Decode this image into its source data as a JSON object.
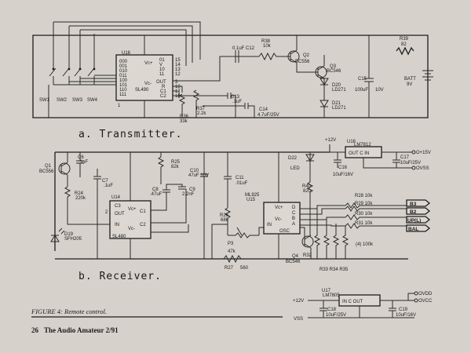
{
  "captions": {
    "transmitter": "a. Transmitter.",
    "receiver": "b. Receiver.",
    "figure": "FIGURE 4: Remote control.",
    "footer_page": "26",
    "footer_text": "The Audio Amateur 2/91"
  },
  "transmitter": {
    "switches": [
      "SW1",
      "SW2",
      "SW3",
      "SW4"
    ],
    "u16": "U16",
    "u16_part": "SL490",
    "u16_codes": [
      "000",
      "001",
      "010",
      "011",
      "100",
      "101",
      "110",
      "111"
    ],
    "u16_right": [
      "01",
      "V",
      "10",
      "11"
    ],
    "u16_pins_right": [
      "15",
      "14",
      "13",
      "12"
    ],
    "u16_out": [
      "OUT",
      "R",
      "C1",
      "C2"
    ],
    "u16_pins_out": [
      "3",
      "18",
      "17",
      "16"
    ],
    "u16_vcc": "Vc+",
    "u16_vss": "Vc-",
    "pin1": "1",
    "c12": "0.1uF C12",
    "r38": "R38",
    "r38_val": "10k",
    "q2": "Q2",
    "q2_part": "BC556",
    "q3": "Q3",
    "q3_part": "BC546",
    "d20": "D20",
    "d20_part": "LD271",
    "d21": "D21",
    "d21_part": "LD271",
    "c15": "C15",
    "c15_val": "100uF",
    "c15_v": "10V",
    "r39": "R39",
    "r39_val": "82",
    "batt": "BATT",
    "batt_v": "9V",
    "r36": "R36",
    "r36_val": "33k",
    "r37": "R37",
    "r37_val": "2.2k",
    "c13": "C13",
    "c13_val": ".1uF",
    "c14": "C14",
    "c14_val": "4.7uF/25V"
  },
  "receiver": {
    "q1": "Q1",
    "q1_part": "BC556",
    "c6": "C6",
    "c6_val": ".1uF",
    "c7": "C7",
    "c7_val": ".1uF",
    "r24": "R24",
    "r24_val": "220k",
    "d19": "D19",
    "d19_part": "SFH205",
    "u14": "U14",
    "u14_part": "SL480",
    "u14_pins": [
      "C3",
      "2",
      "OUT",
      "IN",
      "C1",
      "C2"
    ],
    "u14_vcc": "Vc+",
    "u14_vss": "Vc-",
    "r25": "R25",
    "r25_val": "82k",
    "c8": "C8",
    "c8_val": ".47uF",
    "c9": "C9",
    "c9_val": "2.2nF",
    "c10": "C10",
    "c10_val": "47uF 16V",
    "c11": "C11",
    "c11_val": ".01uF",
    "r26": "R26",
    "r26_val": "68k",
    "p3": "P3",
    "p3_val": "47k",
    "r27": "R27",
    "r27_val": "560",
    "u15": "ML925",
    "u15_ref": "U15",
    "u15_pins": [
      "IN",
      "OSC",
      "D",
      "C",
      "B",
      "A"
    ],
    "u15_vcc": "Vc+",
    "u15_vss": "Vc-",
    "d22": "D22",
    "d22_led": "LED",
    "r40": "R40",
    "r40_val": "820",
    "q4": "Q4",
    "q4_part": "BC546",
    "r32": "R32",
    "r33_35": "R33 R34 R35",
    "r35_val": "(4)  100k",
    "r28": "R28 10k",
    "r29": "R29 10k",
    "r30": "R30 10k",
    "r31": "R31 10k",
    "outputs": [
      "B3",
      "B2",
      "UP(L)",
      "BAL"
    ],
    "u16_reg": "U16",
    "u16_reg_part": "LM7812",
    "reg_pins": "OUT C IN",
    "plus12": "+12V",
    "plus15": "O+15V",
    "ovss": "OVSS",
    "c16": "C16",
    "c16_val": "10uF/16V",
    "c17": "C17",
    "c17_val": "10uF/25V",
    "u17": "U17",
    "u17_part": "LM7805",
    "u17_pins": "IN  C OUT",
    "plus12b": "+12V",
    "vss": "VSS",
    "vdd": "OVDD",
    "vcc": "OVCC",
    "c18": "C18",
    "c18_val": "10uF/25V",
    "c19": "C19",
    "c19_val": "10uF/16V"
  }
}
